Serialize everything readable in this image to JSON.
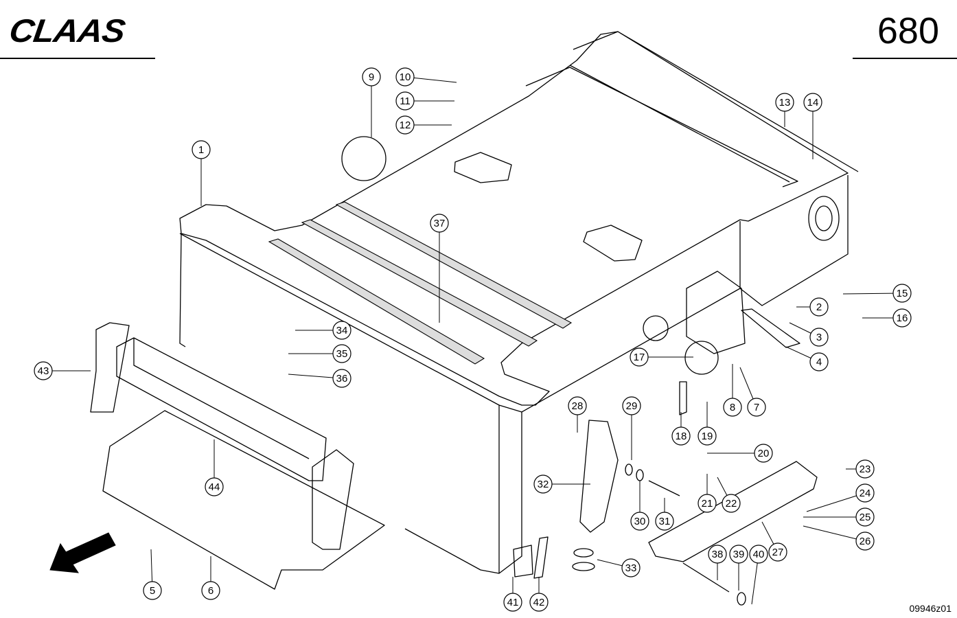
{
  "header": {
    "brand": "CLAAS",
    "page_number": "680"
  },
  "footer": {
    "drawing_code": "09946z01"
  },
  "callouts": [
    "1",
    "2",
    "3",
    "4",
    "5",
    "6",
    "7",
    "8",
    "9",
    "10",
    "11",
    "12",
    "13",
    "14",
    "15",
    "16",
    "17",
    "18",
    "19",
    "20",
    "21",
    "22",
    "23",
    "24",
    "25",
    "26",
    "27",
    "28",
    "29",
    "30",
    "31",
    "32",
    "33",
    "34",
    "35",
    "36",
    "37",
    "38",
    "39",
    "40",
    "41",
    "42",
    "43",
    "44"
  ]
}
